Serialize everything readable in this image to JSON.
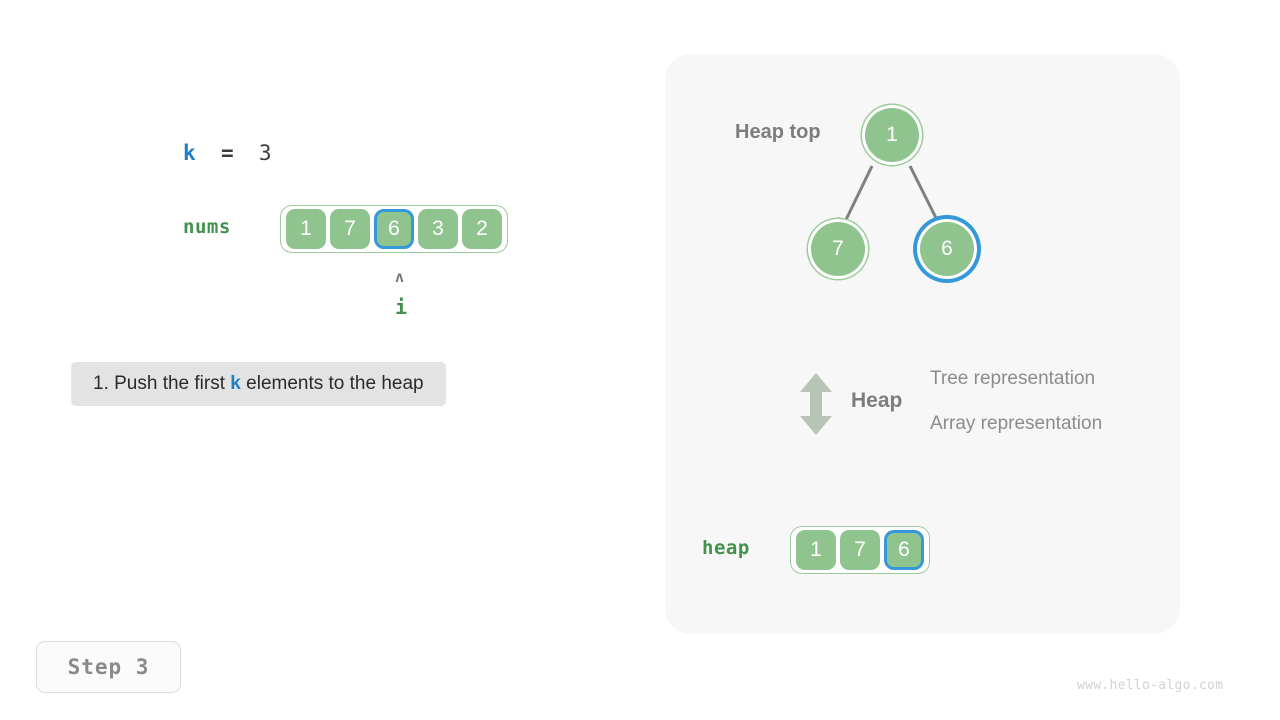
{
  "left_panel": {
    "k_var": {
      "name": "k",
      "equals": "  =  ",
      "value": "3"
    },
    "nums_label": "nums",
    "nums_cells": [
      {
        "value": "1",
        "highlighted": false
      },
      {
        "value": "7",
        "highlighted": false
      },
      {
        "value": "6",
        "highlighted": true
      },
      {
        "value": "3",
        "highlighted": false
      },
      {
        "value": "2",
        "highlighted": false
      }
    ],
    "pointer": {
      "caret": "ʌ",
      "label": "i"
    },
    "caption": {
      "prefix": "1. Push the first ",
      "keyword": "k",
      "suffix": " elements to the heap"
    }
  },
  "right_panel": {
    "heap_top_label": "Heap top",
    "tree_nodes": [
      {
        "value": "1",
        "highlighted": false
      },
      {
        "value": "7",
        "highlighted": false
      },
      {
        "value": "6",
        "highlighted": true
      }
    ],
    "legend": {
      "heap_word": "Heap",
      "tree_representation": "Tree representation",
      "array_representation": "Array representation"
    },
    "heap_label": "heap",
    "heap_cells": [
      {
        "value": "1",
        "highlighted": false
      },
      {
        "value": "7",
        "highlighted": false
      },
      {
        "value": "6",
        "highlighted": true
      }
    ]
  },
  "footer": {
    "step_badge": "Step 3",
    "watermark": "www.hello-algo.com"
  },
  "colors": {
    "node_green": "#8fc48f",
    "border_green": "#9ccb9c",
    "label_green": "#43914f",
    "highlight_blue": "#3498db",
    "keyword_blue": "#1f7fc4",
    "arrow_gray": "#808080",
    "panel_bg": "#f7f7f7",
    "caption_bg": "#e3e3e3",
    "legend_arrow": "#b8c4b8"
  },
  "icons": {
    "pointer_caret": "caret-up-icon",
    "legend_arrow": "double-arrow-vertical-icon"
  }
}
